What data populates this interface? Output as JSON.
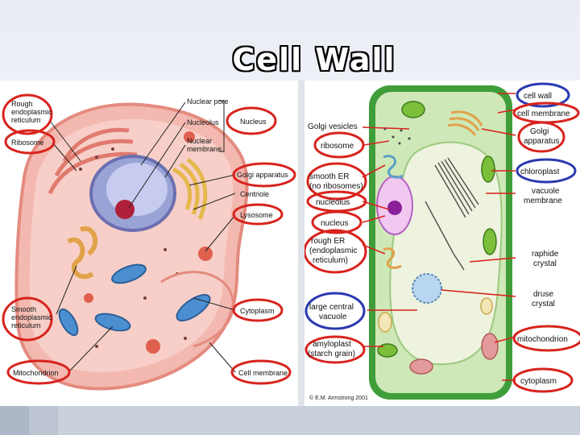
{
  "slide": {
    "title": "Cell Wall"
  },
  "animal_cell": {
    "labels": {
      "rough_er": [
        "Rough",
        "endoplasmic",
        "reticulum"
      ],
      "ribosome": "Ribosome",
      "nuclear_pore": "Nuclear pore",
      "nucleolus": "Nucleolus",
      "nuclear_membrane": [
        "Nuclear",
        "membrane"
      ],
      "nucleus": "Nucleus",
      "golgi": "Golgi apparatus",
      "centriole": "Centriole",
      "lysosome": "Lysosome",
      "smooth_er": [
        "Smooth",
        "endoplasmic",
        "reticulum"
      ],
      "cytoplasm": "Cytoplasm",
      "mitochondrion": "Mitochondrion",
      "cell_membrane": "Cell membrane"
    }
  },
  "plant_cell": {
    "labels": {
      "golgi_vesicles": "Golgi vesicles",
      "ribosome": "ribosome",
      "smooth_er": [
        "smooth ER",
        "(no ribosomes)"
      ],
      "nucleolus": "nucleolus",
      "nucleus": "nucleus",
      "rough_er": [
        "rough ER",
        "(endoplasmic",
        "reticulum)"
      ],
      "central_vacuole": [
        "large central",
        "vacuole"
      ],
      "amyloplast": [
        "amyloplast",
        "(starch grain)"
      ],
      "credit": "© E.M. Armstrong 2001",
      "cell_wall": "cell wall",
      "cell_membrane": "cell membrane",
      "golgi_apparatus": [
        "Golgi",
        "apparatus"
      ],
      "chloroplast": "chloroplast",
      "vacuole_membrane": [
        "vacuole",
        "membrane"
      ],
      "raphide_crystal": [
        "raphide",
        "crystal"
      ],
      "druse_crystal": [
        "druse",
        "crystal"
      ],
      "mitochondrion": "mitochondrion",
      "cytoplasm": "cytoplasm"
    }
  },
  "colors": {
    "red_circle": "#d8231d",
    "blue_circle": "#2b3ab0",
    "cell_wall_green": "#3f9e3a",
    "cytoplasm_green": "#cfe8b8"
  }
}
